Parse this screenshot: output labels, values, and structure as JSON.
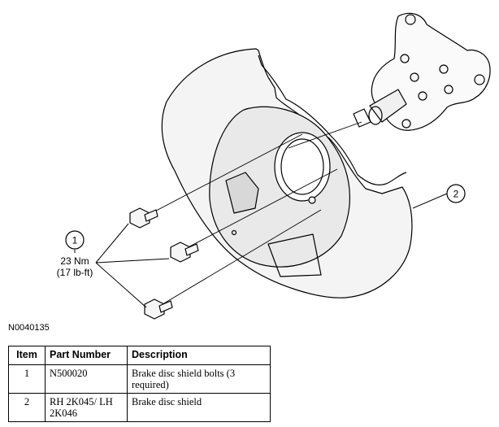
{
  "figure_id": "N0040135",
  "callouts": [
    {
      "number": "1",
      "torque_metric": "23 Nm",
      "torque_imperial": "(17 lb-ft)"
    },
    {
      "number": "2"
    }
  ],
  "table": {
    "headers": {
      "item": "Item",
      "part_number": "Part Number",
      "description": "Description"
    },
    "rows": [
      {
        "item": "1",
        "part_number": "N500020",
        "description_line1": "Brake disc shield bolts (3",
        "description_line2": "required)"
      },
      {
        "item": "2",
        "part_number_line1": "RH 2K045/ LH",
        "part_number_line2": "2K046",
        "description_line1": "Brake disc shield"
      }
    ]
  }
}
